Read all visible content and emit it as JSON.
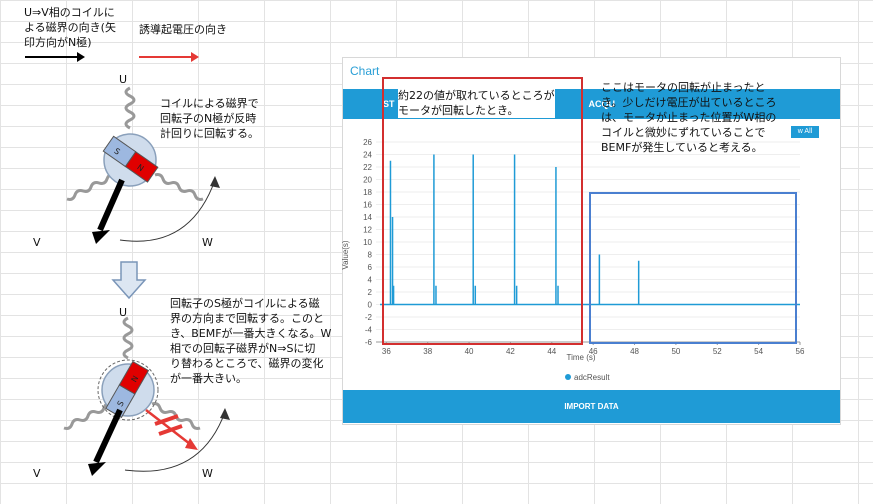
{
  "legend": {
    "coil_text": "U⇒V相のコイルに\nよる磁界の向き(矢\n印方向がN極)",
    "emf_text": "誘導起電圧の向き",
    "coil_color": "#000000",
    "emf_color": "#e53935"
  },
  "diagram_top": {
    "u": "U",
    "v": "V",
    "w": "W",
    "n_label": "N",
    "s_label": "S",
    "note": "コイルによる磁界で\n回転子のN極が反時\n計回りに回転する。"
  },
  "diagram_bottom": {
    "u": "U",
    "v": "V",
    "w": "W",
    "n_label": "N",
    "s_label": "S",
    "note": "回転子のS極がコイルによる磁\n界の方向まで回転する。このと\nき、BEMFが一番大きくなる。W\n相での回転子磁界がN⇒Sに切\nり替わるところで、磁界の変化\nが一番大きい。"
  },
  "chart_panel": {
    "title": "Chart",
    "top_bar_left": "ST",
    "top_bar_right": "ACQU",
    "show_all": "w All",
    "import_label": "IMPORT DATA",
    "legend_label": "adcResult",
    "bar_color": "#1f9bd6"
  },
  "annotations": {
    "red_note": "約22の値が取れているところが\nモータが回転したとき。",
    "blue_note": "ここはモータの回転が止まったと\nき。少しだけ電圧が出ているところ\nは、モータが止まった位置がW相の\nコイルと微妙にずれていることで\nBEMFが発生していると考える。",
    "red_color": "#d32f2f",
    "blue_color": "#4a7fd0"
  },
  "chart_data": {
    "type": "line",
    "xlabel": "Time (s)",
    "ylabel": "Value(s)",
    "xlim": [
      35.5,
      56
    ],
    "ylim": [
      -6,
      26
    ],
    "x_ticks": [
      36,
      38,
      40,
      42,
      44,
      46,
      48,
      50,
      52,
      54,
      56
    ],
    "y_ticks": [
      -6,
      -4,
      -2,
      0,
      2,
      4,
      6,
      8,
      10,
      12,
      14,
      16,
      18,
      20,
      22,
      24,
      26
    ],
    "grid": true,
    "legend": "bottom",
    "series": [
      {
        "name": "adcResult",
        "spikes": [
          {
            "x": 36.2,
            "y": 23
          },
          {
            "x": 36.3,
            "y": 14
          },
          {
            "x": 36.35,
            "y": 3
          },
          {
            "x": 38.3,
            "y": 24
          },
          {
            "x": 38.4,
            "y": 3
          },
          {
            "x": 40.2,
            "y": 24
          },
          {
            "x": 40.3,
            "y": 3
          },
          {
            "x": 42.2,
            "y": 24
          },
          {
            "x": 42.3,
            "y": 3
          },
          {
            "x": 44.2,
            "y": 22
          },
          {
            "x": 44.3,
            "y": 3
          },
          {
            "x": 46.3,
            "y": 8
          },
          {
            "x": 48.2,
            "y": 7
          }
        ]
      }
    ]
  }
}
